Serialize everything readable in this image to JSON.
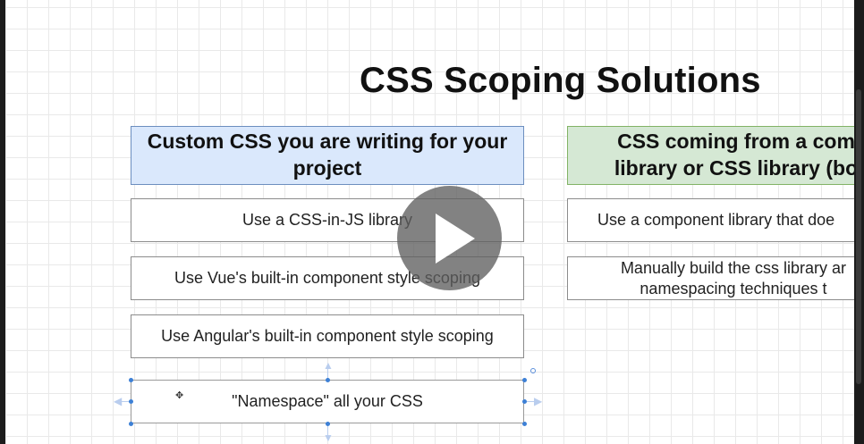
{
  "slide": {
    "title": "CSS Scoping Solutions",
    "left_column": {
      "header": "Custom CSS you are writing for your project",
      "items": [
        "Use a CSS-in-JS library",
        "Use Vue's built-in component style scoping",
        "Use Angular's built-in component style scoping",
        "\"Namespace\" all your CSS"
      ]
    },
    "right_column": {
      "header": "CSS coming from a com library or CSS library (bo",
      "items": [
        "Use a component library that doe",
        "Manually build the css library ar namespacing techniques t"
      ]
    }
  },
  "player": {
    "play_icon": "play-icon"
  },
  "colors": {
    "blue_header": "#dae8fc",
    "green_header": "#d5e8d4",
    "selection": "#3d80d6"
  }
}
